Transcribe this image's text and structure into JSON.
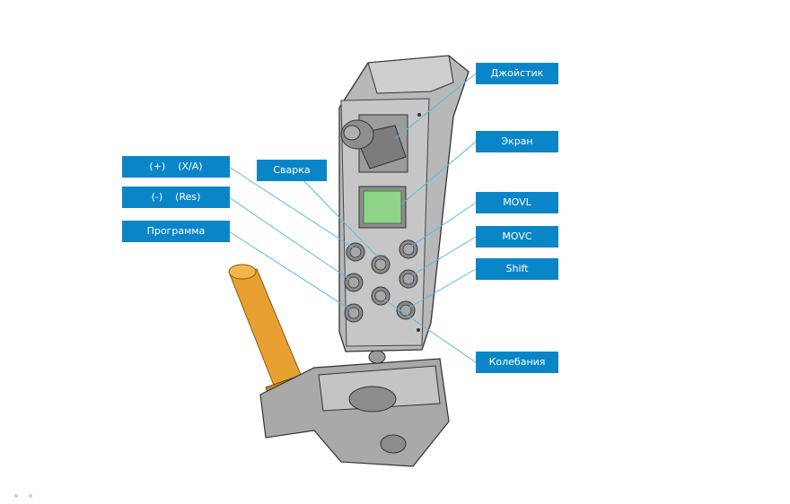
{
  "labels": {
    "joystick": "Джойстик",
    "screen": "Экран",
    "welding": "Сварка",
    "plus_xa": "(+)    (X/A)",
    "minus_res": "(-)    (Res)",
    "program": "Программа",
    "movl": "MOVL",
    "movc": "MOVC",
    "shift": "Shift",
    "oscillation": "Колебания"
  },
  "colors": {
    "label_bg": "#0a86c8",
    "leader_line": "#5ab8e6",
    "body": "#b5b5b5",
    "screen": "#90d48a",
    "handle": "#e8a030"
  }
}
